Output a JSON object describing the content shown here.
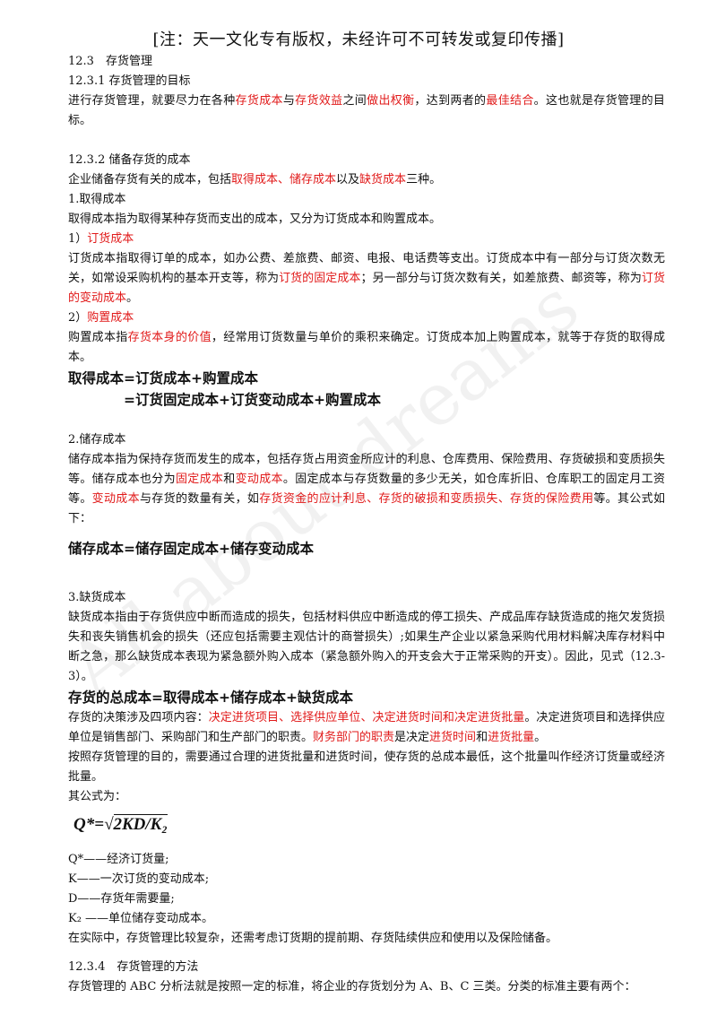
{
  "notice": "[注：天一文化专有版权，未经许可不可转发或复印传播]",
  "watermark": "All about dreams",
  "sec_12_3": "12.3　存货管理",
  "sec_12_3_1": "12.3.1 存货管理的目标",
  "goal": {
    "a": "进行存货管理，就要尽力在各种",
    "b": "存货成本",
    "c": "与",
    "d": "存货效益",
    "e": "之间",
    "f": "做出权衡",
    "g": "，达到两者的",
    "h": "最佳结合",
    "i": "。这也就是存货管理的目标。"
  },
  "sec_12_3_2": "12.3.2 储备存货的成本",
  "intro": {
    "a": "企业储备存货有关的成本，包括",
    "b": "取得成本、储存成本",
    "c": "以及",
    "d": "缺货成本",
    "e": "三种。"
  },
  "h1": "1.取得成本",
  "acq_def": "取得成本指为取得某种存货而支出的成本，又分为订货成本和购置成本。",
  "h1a_num": "1）",
  "h1a_label": "订货成本",
  "order": {
    "a": "订货成本指取得订单的成本，如办公费、差旅费、邮资、电报、电话费等支出。订货成本中有一部分与订货次数无关，如常设采购机构的基本开支等，称为",
    "b": "订货的固定成本",
    "c": "；另一部分与订货次数有关，如差旅费、邮资等，称为",
    "d": "订货的变动成本",
    "e": "。"
  },
  "h1b_num": "2）",
  "h1b_label": "购置成本",
  "purchase": {
    "a": "购置成本指",
    "b": "存货本身的价值",
    "c": "，经常用订货数量与单价的乘积来确定。订货成本加上购置成本，就等于存货的取得成本。"
  },
  "formula_acq_1": "取得成本=订货成本+购置成本",
  "formula_acq_2": "=订货固定成本+订货变动成本+购置成本",
  "h2": "2.储存成本",
  "storage": {
    "a": "储存成本指为保持存货而发生的成本，包括存货占用资金所应计的利息、仓库费用、保险费用、存货破损和变质损失等。储存成本也分为",
    "b": "固定成本",
    "c": "和",
    "d": "变动成本",
    "e": "。固定成本与存货数量的多少无关，如仓库折旧、仓库职工的固定月工资等。",
    "f": "变动成本",
    "g": "与存货的数量有关，如",
    "h": "存货资金的应计利息、存货的破损和变质损失、存货的保险费用",
    "i": "等。其公式如下："
  },
  "formula_storage": "储存成本=储存固定成本+储存变动成本",
  "h3": "3.缺货成本",
  "shortage": "缺货成本指由于存货供应中断而造成的损失，包括材料供应中断造成的停工损失、产成品库存缺货造成的拖欠发货损失和丧失销售机会的损失（还应包括需要主观估计的商誉损失）;如果生产企业以紧急采购代用材料解决库存材料中断之急，那么缺货成本表现为紧急额外购入成本（紧急额外购入的开支会大于正常采购的开支）。因此，见式（12.3-3）。",
  "formula_total": "存货的总成本=取得成本+储存成本+缺货成本",
  "decision": {
    "a": "存货的决策涉及四项内容：",
    "b": "决定进货项目、选择供应单位、决定进货时间和决定进货批量",
    "c": "。决定进货项目和选择供应单位是销售部门、采购部门和生产部门的职责。",
    "d": "财务部门的职责",
    "e": "是决定",
    "f": "进货时间",
    "g": "和",
    "h": "进货批量",
    "i": "。"
  },
  "eoq_text": "按照存货管理的目的，需要通过合理的进货批量和进货时间，使存货的总成本最低，这个批量叫作经济订货量或经济批量。",
  "formula_intro": "其公式为：",
  "eoq_formula": {
    "lhs": "Q*=",
    "radical": "√",
    "radicand": "2KD/K₂"
  },
  "def_q": "Q*——经济订货量;",
  "def_k": "K——一次订货的变动成本;",
  "def_d": "D——存货年需要量;",
  "def_k2": "K₂ ——单位储存变动成本。",
  "practice": "在实际中，存货管理比较复杂，还需考虑订货期的提前期、存货陆续供应和使用以及保险储备。",
  "sec_12_3_4": "12.3.4　存货管理的方法",
  "abc": "存货管理的 ABC 分析法就是按照一定的标准，将企业的存货划分为 A、B、C 三类。分类的标准主要有两个："
}
